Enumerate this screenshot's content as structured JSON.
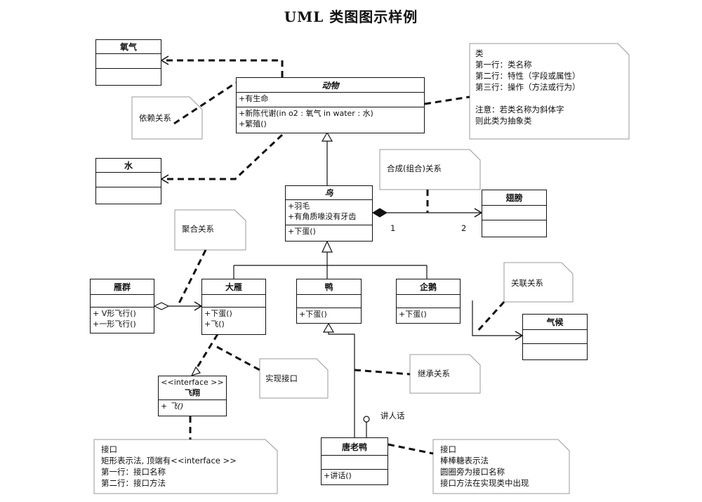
{
  "title": "UML 类图图示样例",
  "classes": {
    "oxygen": {
      "name": "氧气"
    },
    "water": {
      "name": "水"
    },
    "animal": {
      "name": "动物",
      "attrs": [
        "+有生命"
      ],
      "ops": [
        "+新陈代谢(in o2 : 氧气  in water : 水)",
        "+繁殖()"
      ]
    },
    "bird": {
      "name": "鸟",
      "attrs": [
        "+羽毛",
        "+有角质喙没有牙齿"
      ],
      "ops": [
        "+下蛋()"
      ]
    },
    "wing": {
      "name": "翅膀"
    },
    "goose_flock": {
      "name": "雁群",
      "ops": [
        "+ V形飞行()",
        "+一形飞行()"
      ]
    },
    "wild_goose": {
      "name": "大雁",
      "ops": [
        "+下蛋()",
        "+飞()"
      ]
    },
    "duck": {
      "name": "鸭",
      "ops": [
        "+下蛋()"
      ]
    },
    "penguin": {
      "name": "企鹅",
      "ops": [
        "+下蛋()"
      ]
    },
    "climate": {
      "name": "气候"
    },
    "fly": {
      "stereotype": "<<interface >>",
      "name": "飞翔",
      "ops": [
        "+ 飞()"
      ]
    },
    "tang_duck": {
      "name": "唐老鸭",
      "ops": [
        "+讲话()"
      ]
    }
  },
  "notes": {
    "class_note": [
      "类",
      "第一行：类名称",
      "第二行：特性（字段或属性）",
      "第三行：操作（方法或行为）",
      "",
      "注意：若类名称为斜体字",
      "则此类为抽象类"
    ],
    "dependency": "依赖关系",
    "composition": "合成(组合)关系",
    "aggregation": "聚合关系",
    "association": "关联关系",
    "realization": "实现接口",
    "inheritance": "继承关系",
    "interface_rect": [
      "接口",
      "矩形表示法, 顶端有<<interface >>",
      "第一行：接口名称",
      "第二行：接口方法"
    ],
    "interface_lollipop": [
      "接口",
      "棒棒糖表示法",
      "圆圈旁为接口名称",
      "接口方法在实现类中出现"
    ]
  },
  "labels": {
    "mult_1": "1",
    "mult_2": "2",
    "speak_interface": "讲人话"
  }
}
